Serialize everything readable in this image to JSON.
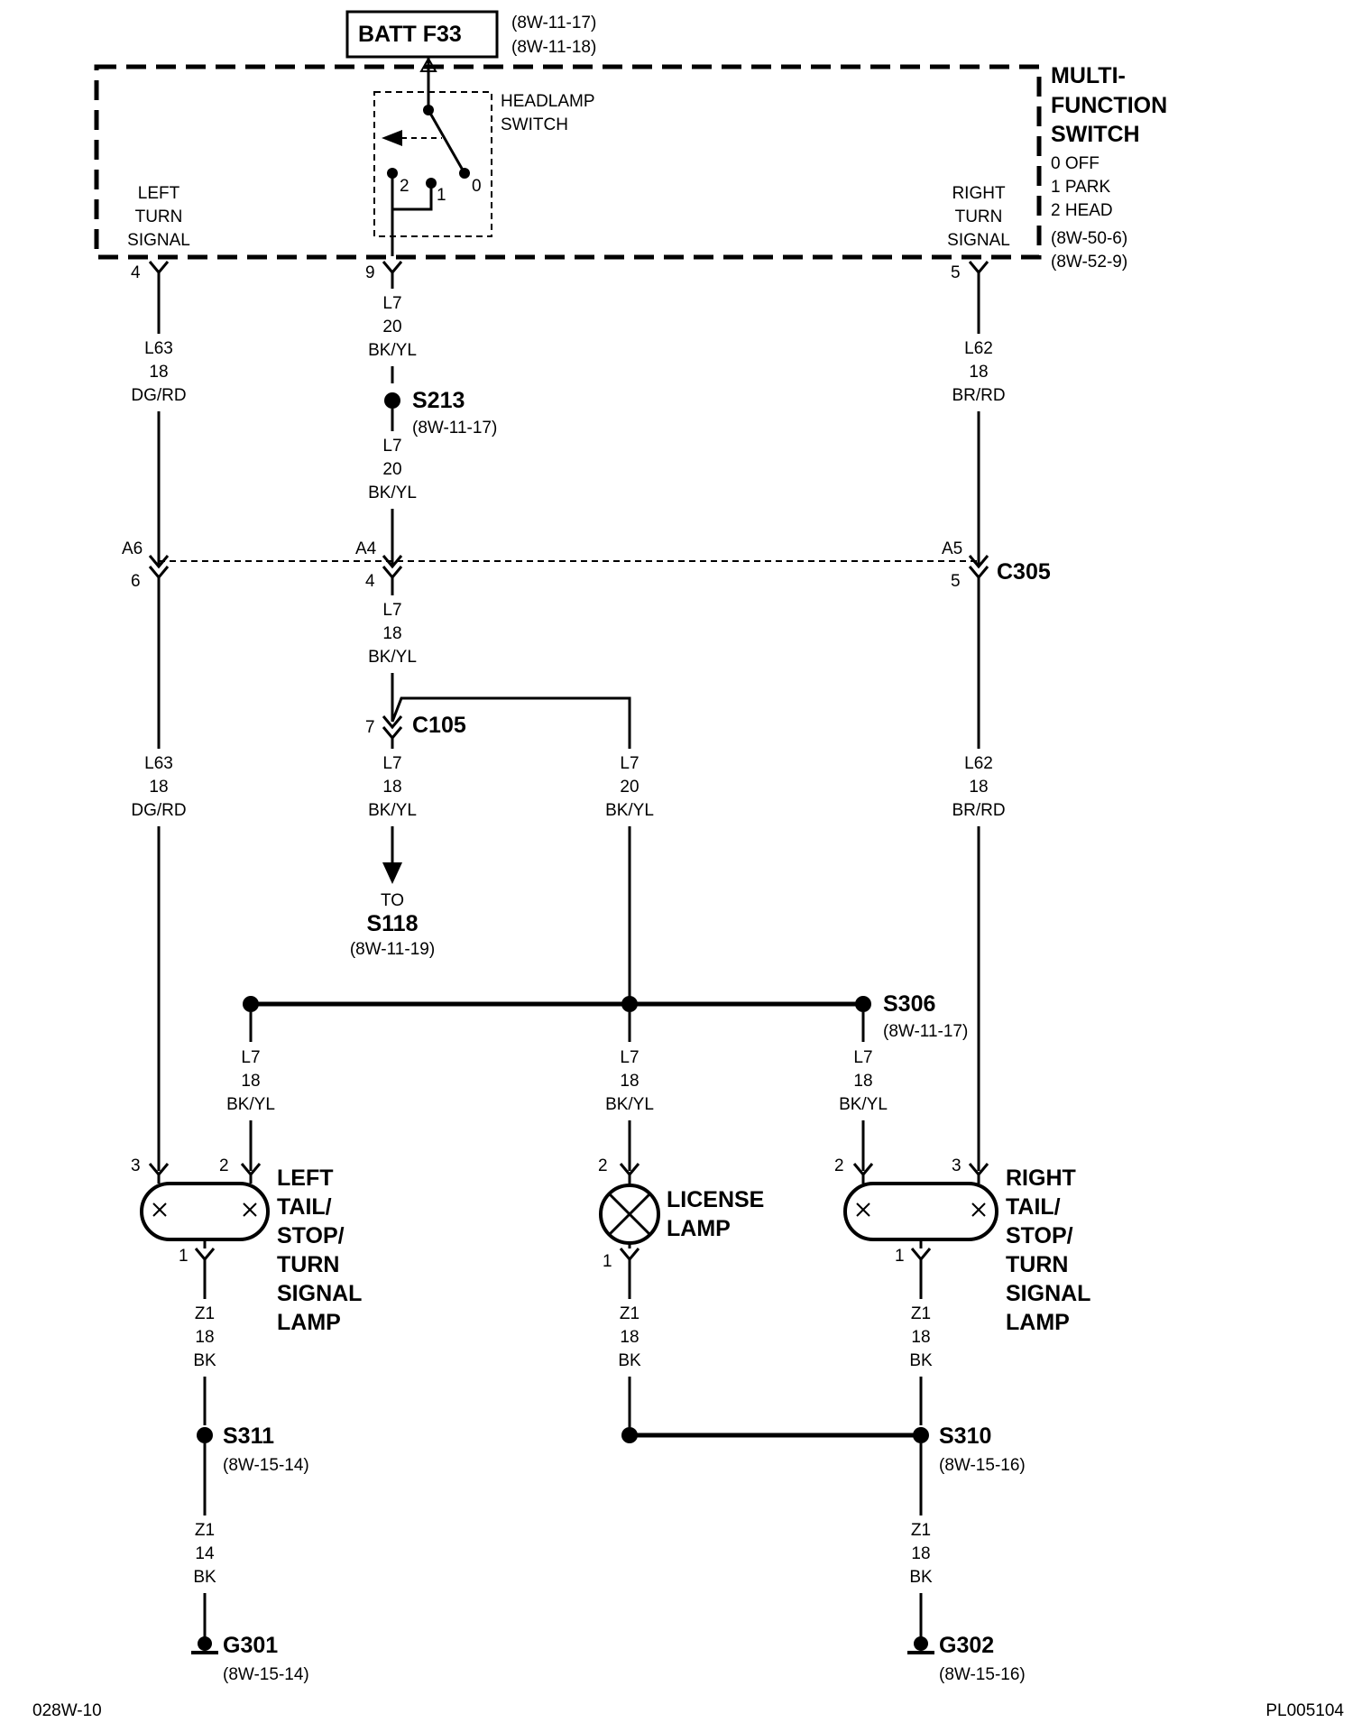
{
  "batt": {
    "label": "BATT F33",
    "ref1": "(8W-11-17)",
    "ref2": "(8W-11-18)"
  },
  "mfs": {
    "title1": "MULTI-",
    "title2": "FUNCTION",
    "title3": "SWITCH",
    "pos0": "0 OFF",
    "pos1": "1 PARK",
    "pos2": "2 HEAD",
    "ref1": "(8W-50-6)",
    "ref2": "(8W-52-9)"
  },
  "headlamp": {
    "label1": "HEADLAMP",
    "label2": "SWITCH",
    "p2": "2",
    "p1": "1",
    "p0": "0"
  },
  "left_turn": {
    "l1": "LEFT",
    "l2": "TURN",
    "l3": "SIGNAL",
    "pin": "4"
  },
  "right_turn": {
    "l1": "RIGHT",
    "l2": "TURN",
    "l3": "SIGNAL",
    "pin": "5"
  },
  "center_pin": "9",
  "wires": {
    "w1": [
      "L63",
      "18",
      "DG/RD"
    ],
    "w2": [
      "L7",
      "20",
      "BK/YL"
    ],
    "w3": [
      "L62",
      "18",
      "BR/RD"
    ],
    "w4": [
      "L7",
      "20",
      "BK/YL"
    ],
    "w5": [
      "L7",
      "18",
      "BK/YL"
    ],
    "w6": [
      "L63",
      "18",
      "DG/RD"
    ],
    "w7": [
      "L7",
      "18",
      "BK/YL"
    ],
    "w8": [
      "L7",
      "20",
      "BK/YL"
    ],
    "w9": [
      "L62",
      "18",
      "BR/RD"
    ],
    "w10": [
      "L7",
      "18",
      "BK/YL"
    ],
    "w11": [
      "L7",
      "18",
      "BK/YL"
    ],
    "w12": [
      "L7",
      "18",
      "BK/YL"
    ],
    "w13": [
      "Z1",
      "18",
      "BK"
    ],
    "w14": [
      "Z1",
      "18",
      "BK"
    ],
    "w15": [
      "Z1",
      "18",
      "BK"
    ],
    "w16": [
      "Z1",
      "14",
      "BK"
    ],
    "w17": [
      "Z1",
      "18",
      "BK"
    ]
  },
  "s213": {
    "name": "S213",
    "ref": "(8W-11-17)"
  },
  "c305": {
    "name": "C305",
    "a6": "A6",
    "p6": "6",
    "a4": "A4",
    "p4": "4",
    "a5": "A5",
    "p5": "5"
  },
  "c105": {
    "name": "C105",
    "pin": "7"
  },
  "to_s118": {
    "to": "TO",
    "name": "S118",
    "ref": "(8W-11-19)"
  },
  "s306": {
    "name": "S306",
    "ref": "(8W-11-17)"
  },
  "left_lamp": {
    "l1": "LEFT",
    "l2": "TAIL/",
    "l3": "STOP/",
    "l4": "TURN",
    "l5": "SIGNAL",
    "l6": "LAMP",
    "pin3": "3",
    "pin2": "2",
    "pin1": "1"
  },
  "license_lamp": {
    "l1": "LICENSE",
    "l2": "LAMP",
    "pin2": "2",
    "pin1": "1"
  },
  "right_lamp": {
    "l1": "RIGHT",
    "l2": "TAIL/",
    "l3": "STOP/",
    "l4": "TURN",
    "l5": "SIGNAL",
    "l6": "LAMP",
    "pin2": "2",
    "pin3": "3",
    "pin1": "1"
  },
  "s311": {
    "name": "S311",
    "ref": "(8W-15-14)"
  },
  "s310": {
    "name": "S310",
    "ref": "(8W-15-16)"
  },
  "g301": {
    "name": "G301",
    "ref": "(8W-15-14)"
  },
  "g302": {
    "name": "G302",
    "ref": "(8W-15-16)"
  },
  "footer": {
    "left": "028W-10",
    "right": "PL005104"
  }
}
